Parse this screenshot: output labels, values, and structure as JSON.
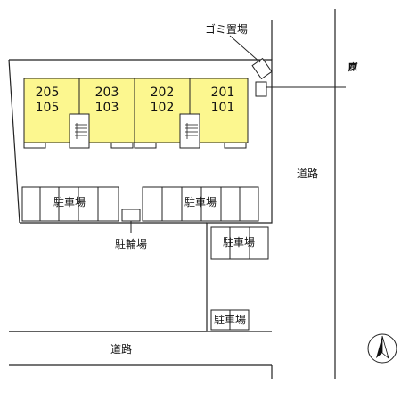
{
  "labels": {
    "garbage": "ゴミ置場",
    "propane_chars": [
      "プ",
      "ロ",
      "パ",
      "ン",
      "庫"
    ],
    "road_right": "道路",
    "road_bottom": "道路",
    "bicycle_parking": "駐輪場",
    "parking": "駐車場"
  },
  "units": [
    {
      "upper": "205",
      "lower": "105"
    },
    {
      "upper": "203",
      "lower": "103"
    },
    {
      "upper": "202",
      "lower": "102"
    },
    {
      "upper": "201",
      "lower": "101"
    }
  ],
  "colors": {
    "unit_fill": "#fcf78f",
    "line": "#222222"
  },
  "icons": {
    "north": "north-arrow-icon"
  }
}
